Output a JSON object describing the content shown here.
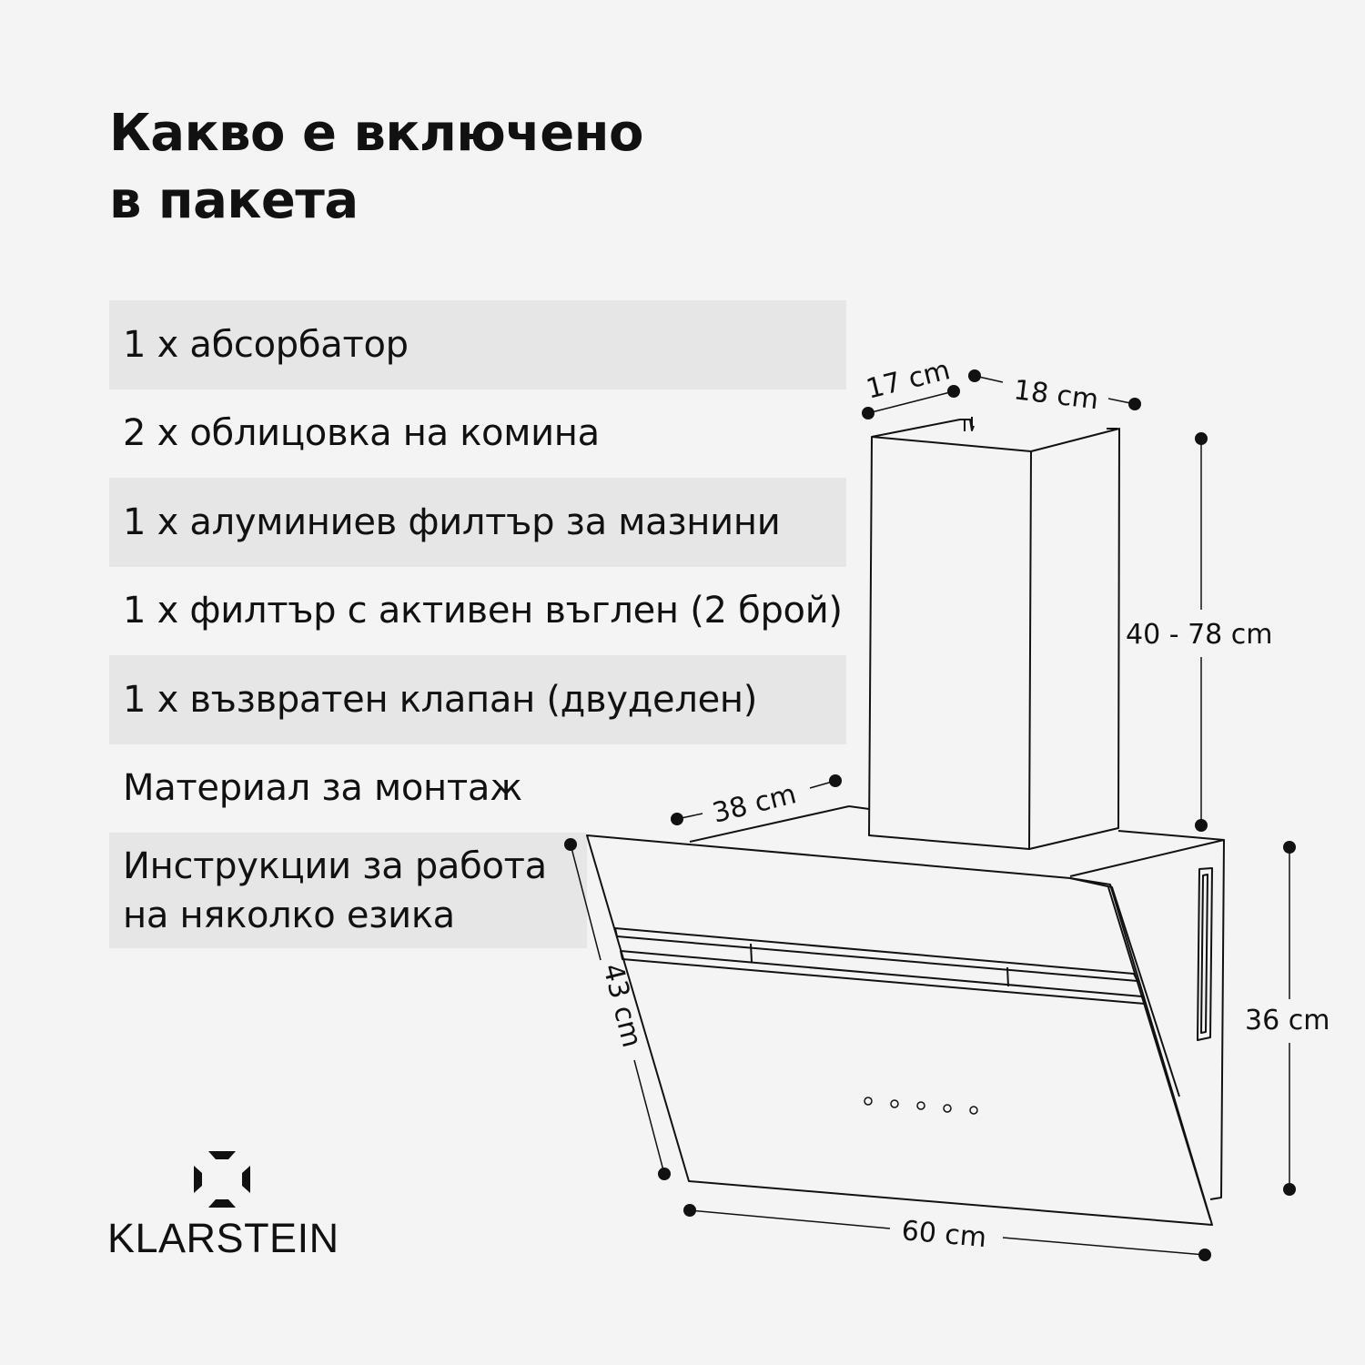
{
  "title": {
    "line1": "Какво е включено",
    "line2": "в пакета"
  },
  "items": [
    "1 x абсорбатор",
    "2 x облицовка на комина",
    "1 x алуминиев филтър за мазнини",
    "1 x филтър с активен въглен (2 брой)",
    "1 x възвратен клапан (двуделен)",
    "Материал за монтаж"
  ],
  "instructions": {
    "line1": "Инструкции за работа",
    "line2": "на няколко езика"
  },
  "dimensions": {
    "chimney_depth": "17 cm",
    "chimney_width": "18 cm",
    "chimney_height": "40 - 78 cm",
    "hood_depth": "38 cm",
    "glass_height": "43 cm",
    "hood_height": "36 cm",
    "hood_width": "60 cm"
  },
  "brand": {
    "name": "KLARSTEIN",
    "logo_icon": "klarstein-logo-icon"
  },
  "colors": {
    "background": "#f4f4f4",
    "row_shade": "#e6e6e6",
    "ink": "#111111"
  }
}
